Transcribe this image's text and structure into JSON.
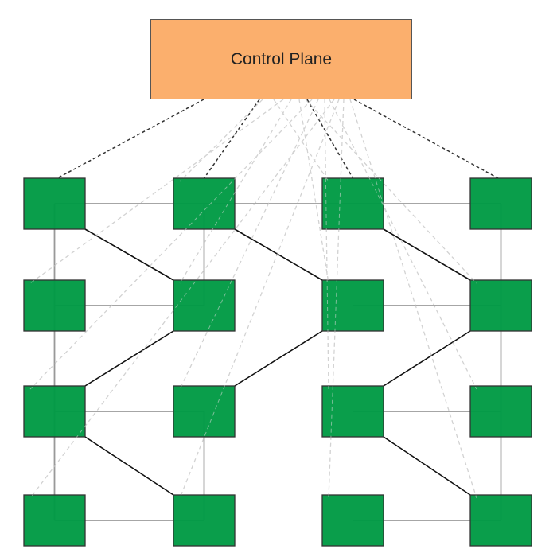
{
  "control_plane": {
    "label": "Control Plane",
    "color": "#FBAF6D"
  },
  "colors": {
    "node": "#009A44",
    "node_border": "#333333",
    "data_link": "#999999",
    "diagonal_link": "#111111",
    "control_link": "#333333",
    "faint_control_link": "#c8c8c8"
  },
  "nodes": [
    {
      "id": "n00",
      "row": 0,
      "col": 0
    },
    {
      "id": "n01",
      "row": 0,
      "col": 1
    },
    {
      "id": "n02",
      "row": 0,
      "col": 2
    },
    {
      "id": "n03",
      "row": 0,
      "col": 3
    },
    {
      "id": "n10",
      "row": 1,
      "col": 0
    },
    {
      "id": "n11",
      "row": 1,
      "col": 1
    },
    {
      "id": "n12",
      "row": 1,
      "col": 2
    },
    {
      "id": "n13",
      "row": 1,
      "col": 3
    },
    {
      "id": "n20",
      "row": 2,
      "col": 0
    },
    {
      "id": "n21",
      "row": 2,
      "col": 1
    },
    {
      "id": "n22",
      "row": 2,
      "col": 2
    },
    {
      "id": "n23",
      "row": 2,
      "col": 3
    },
    {
      "id": "n30",
      "row": 3,
      "col": 0
    },
    {
      "id": "n31",
      "row": 3,
      "col": 1
    },
    {
      "id": "n32",
      "row": 3,
      "col": 2
    },
    {
      "id": "n33",
      "row": 3,
      "col": 3
    }
  ],
  "grid_links": [
    [
      "n00",
      "n01"
    ],
    [
      "n01",
      "n02"
    ],
    [
      "n02",
      "n03"
    ],
    [
      "n10",
      "n11"
    ],
    [
      "n12",
      "n13"
    ],
    [
      "n20",
      "n21"
    ],
    [
      "n22",
      "n23"
    ],
    [
      "n30",
      "n31"
    ],
    [
      "n32",
      "n33"
    ],
    [
      "n00",
      "n10"
    ],
    [
      "n10",
      "n20"
    ],
    [
      "n20",
      "n30"
    ],
    [
      "n01",
      "n11"
    ],
    [
      "n21",
      "n31"
    ],
    [
      "n03",
      "n13"
    ],
    [
      "n13",
      "n23"
    ],
    [
      "n23",
      "n33"
    ]
  ],
  "diagonal_links": [
    [
      "n00",
      "n11"
    ],
    [
      "n01",
      "n12"
    ],
    [
      "n02",
      "n13"
    ],
    [
      "n11",
      "n20"
    ],
    [
      "n12",
      "n21"
    ],
    [
      "n13",
      "n22"
    ],
    [
      "n20",
      "n31"
    ],
    [
      "n22",
      "n33"
    ]
  ],
  "control_links": [
    "n00",
    "n01",
    "n02",
    "n03"
  ],
  "faint_control_links": [
    "n01",
    "n02",
    "n10",
    "n11",
    "n12",
    "n13",
    "n20",
    "n21",
    "n22",
    "n23",
    "n30",
    "n31",
    "n32",
    "n33"
  ]
}
